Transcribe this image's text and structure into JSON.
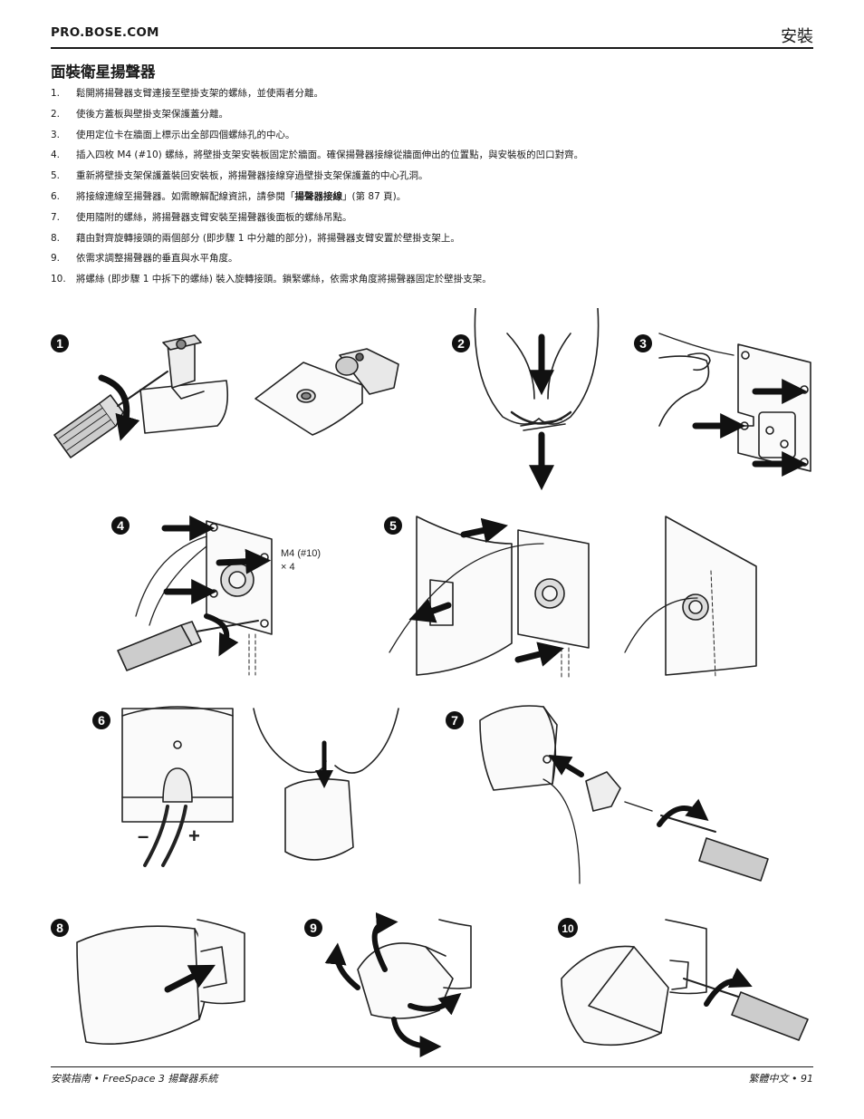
{
  "header": {
    "site": "PRO.BOSE.COM",
    "section": "安裝"
  },
  "section_title": "面裝衛星揚聲器",
  "steps": [
    {
      "num": "1.",
      "text": "鬆開將揚聲器支臂連接至壁掛支架的螺絲，並使兩者分離。"
    },
    {
      "num": "2.",
      "text": "使後方蓋板與壁掛支架保護蓋分離。"
    },
    {
      "num": "3.",
      "text": "使用定位卡在牆面上標示出全部四個螺絲孔的中心。"
    },
    {
      "num": "4.",
      "text": "插入四枚 M4 (#10) 螺絲，將壁掛支架安裝板固定於牆面。確保揚聲器接線從牆面伸出的位置點，與安裝板的凹口對齊。"
    },
    {
      "num": "5.",
      "text": "重新將壁掛支架保護蓋裝回安裝板，將揚聲器接線穿過壁掛支架保護蓋的中心孔洞。"
    },
    {
      "num": "6.",
      "text_before": "將接線連線至揚聲器。如需瞭解配線資訊，請參閱「",
      "text_bold": "揚聲器接線",
      "text_after": "」(第 87 頁)。"
    },
    {
      "num": "7.",
      "text": "使用隨附的螺絲，將揚聲器支臂安裝至揚聲器後面板的螺絲吊點。"
    },
    {
      "num": "8.",
      "text": "藉由對齊旋轉接頭的兩個部分 (即步驟 1 中分離的部分)，將揚聲器支臂安置於壁掛支架上。"
    },
    {
      "num": "9.",
      "text": "依需求調整揚聲器的垂直與水平角度。"
    },
    {
      "num": "10.",
      "text": "將螺絲 (即步驟 1 中拆下的螺絲) 裝入旋轉接頭。鎖緊螺絲，依需求角度將揚聲器固定於壁掛支架。"
    }
  ],
  "figure": {
    "step_badges": [
      "1",
      "2",
      "3",
      "4",
      "5",
      "6",
      "7",
      "8",
      "9",
      "10"
    ],
    "screw_label_line1": "M4 (#10)",
    "screw_label_line2": "× 4",
    "polarity_minus": "–",
    "polarity_plus": "+"
  },
  "footer": {
    "left": "安裝指南 • FreeSpace 3 揚聲器系統",
    "right": "繁體中文 • 91"
  }
}
